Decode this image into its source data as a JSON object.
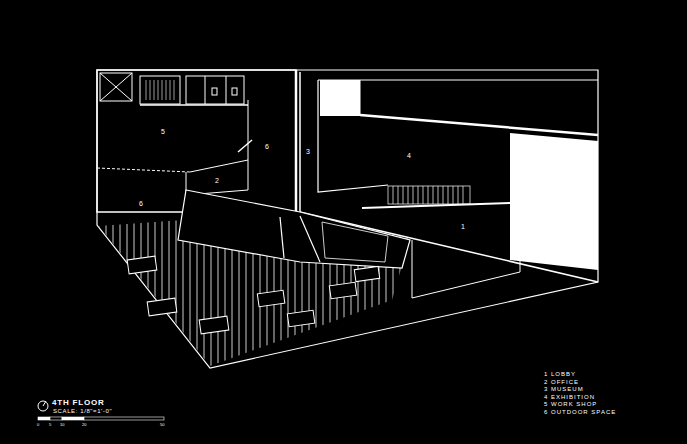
{
  "diagram": {
    "title": "4TH FLOOR",
    "labels": [
      "5",
      "6",
      "2",
      "6",
      "3",
      "4",
      "1",
      "SCALE: 1/8\"=1'-0\"",
      "0",
      "5",
      "10",
      "20",
      "50",
      "1 LOBBY",
      "2 OFFICE",
      "3 MUSEUM",
      "4 EXHIBITION",
      "5 WORK SHOP",
      "6 OUTDOOR SPACE"
    ]
  }
}
